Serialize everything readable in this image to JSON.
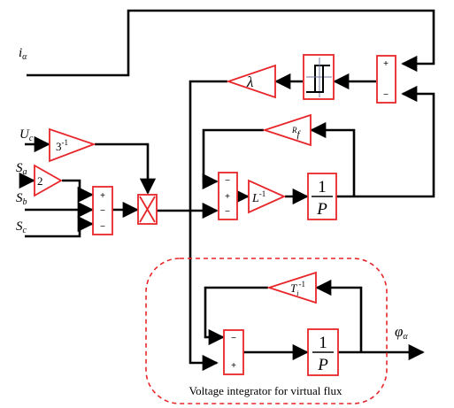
{
  "inputs": {
    "i_alpha_sym": "i",
    "i_alpha_sub": "α",
    "uc_sym": "U",
    "uc_sub": "c",
    "sa_sym": "S",
    "sa_sub": "a",
    "sb_sym": "S",
    "sb_sub": "b",
    "sc_sym": "S",
    "sc_sub": "c"
  },
  "blocks": {
    "gain_3inv_base": "3",
    "gain_3inv_exp": "-1",
    "gain_2": "2",
    "lambda": "λ",
    "l_inv_base": "L",
    "l_inv_exp": "-1",
    "rf_sym": "R",
    "rf_sub": "f",
    "ti_inv_sym": "T",
    "ti_inv_sub": "i",
    "ti_inv_exp": "-1",
    "integrator_num": "1",
    "integrator_den": "P"
  },
  "signs": {
    "plus": "+",
    "minus": "−"
  },
  "output": {
    "phi_sym": "φ",
    "phi_sub": "α"
  },
  "group": {
    "caption": "Voltage integrator for virtual flux"
  },
  "colors": {
    "block_stroke": "#e8262a",
    "wire": "#000000",
    "group_dash": "#e8262a"
  }
}
